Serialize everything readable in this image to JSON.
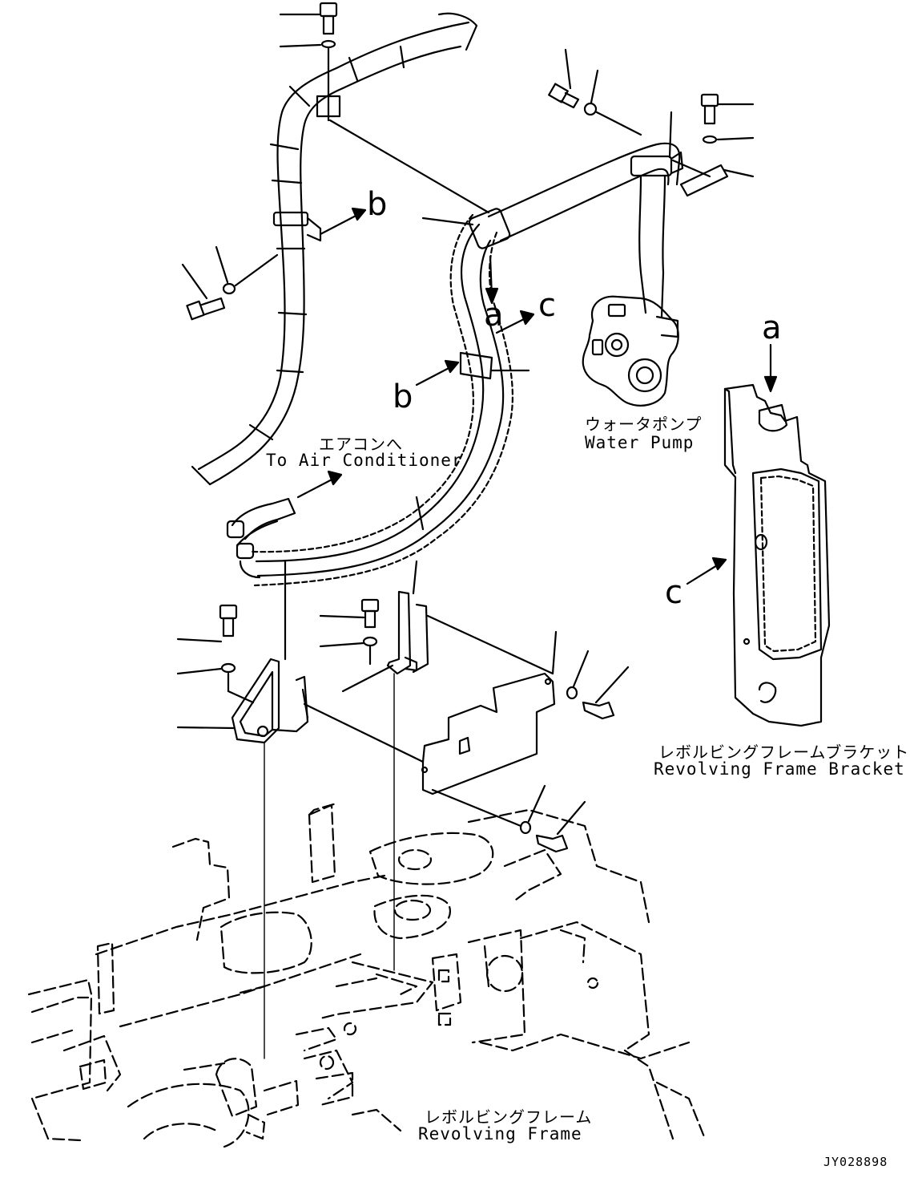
{
  "labels": {
    "air_conditioner_jp": "エアコンへ",
    "air_conditioner_en": "To Air Conditioner",
    "water_pump_jp": "ウォータポンプ",
    "water_pump_en": "Water Pump",
    "frame_bracket_jp": "レボルビングフレームブラケット",
    "frame_bracket_en": "Revolving Frame Bracket",
    "frame_jp": "レボルビングフレーム",
    "frame_en": "Revolving Frame",
    "drawing_code": "JY028898"
  },
  "references": {
    "a_top": "a",
    "a_mid": "a",
    "b_top": "b",
    "b_mid": "b",
    "c_mid": "c",
    "c_right": "c"
  }
}
